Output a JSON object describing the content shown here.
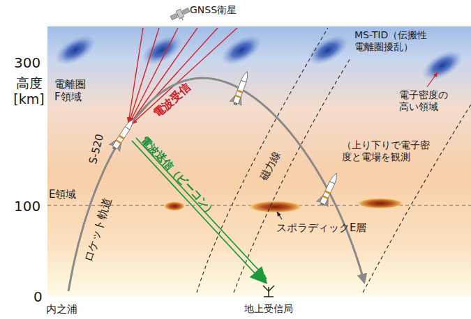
{
  "diagram": {
    "labels": [
      "GNSS衛星",
      "MS-TID（伝搬性 電離圏擾乱）",
      "300",
      "高度 [km]",
      "電離圏 F領域",
      "電子密度の 高い領域",
      "電波受信",
      "S-520",
      "電波送信（ビーコン）",
      "磁力線",
      "（上り下りで電子密 度と電場を観測",
      "100",
      "E領域",
      "スポラディックE層",
      "ロケット軌道",
      "0",
      "地上受信局",
      "内之浦"
    ]
  }
}
